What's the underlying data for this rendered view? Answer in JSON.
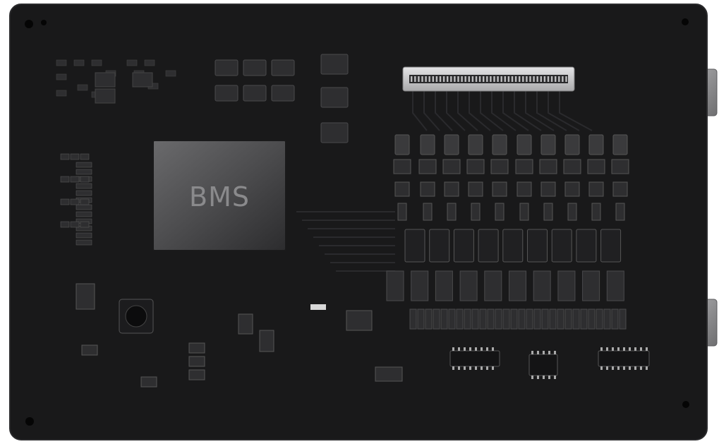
{
  "chip": {
    "label": "BMS"
  },
  "colors": {
    "board": "#19191a",
    "board_edge": "#2a2a2c",
    "chip": "#5a5a5c",
    "component": "#2e2e30",
    "connector": "#cfcfd1",
    "terminal": "#9a9a9c",
    "trace": "#2a2a2d"
  },
  "components": {
    "resistor_columns": 10,
    "mosfet_columns": 9,
    "terminal_lugs": 2
  }
}
